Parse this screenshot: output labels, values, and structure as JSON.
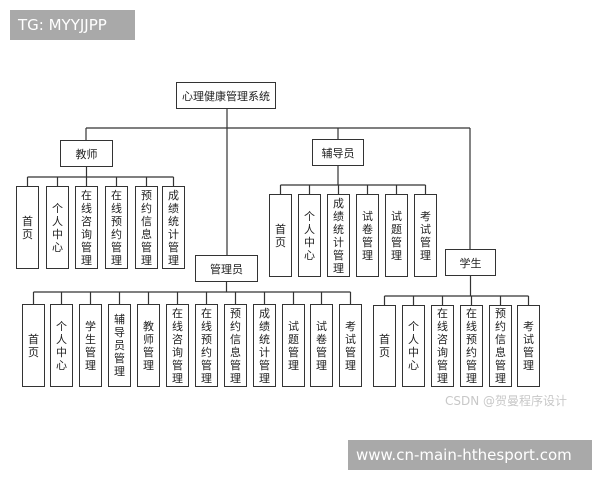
{
  "root": "心理健康管理系统",
  "groups": [
    {
      "role": "教师",
      "children": [
        "首页",
        "个人中心",
        "在线咨询管理",
        "在线预约管理",
        "预约信息管理",
        "成绩统计管理"
      ]
    },
    {
      "role": "辅导员",
      "children": [
        "首页",
        "个人中心",
        "成绩统计管理",
        "试卷管理",
        "试题管理",
        "考试管理"
      ]
    },
    {
      "role": "管理员",
      "children": [
        "首页",
        "个人中心",
        "学生管理",
        "辅导员管理",
        "教师管理",
        "在线咨询管理",
        "在线预约管理",
        "预约信息管理",
        "成绩统计管理",
        "试题管理",
        "试卷管理",
        "考试管理"
      ]
    },
    {
      "role": "学生",
      "children": [
        "首页",
        "个人中心",
        "在线咨询管理",
        "在线预约管理",
        "预约信息管理",
        "考试管理"
      ]
    }
  ],
  "watermarks": {
    "top_left": "TG: MYYJJPP",
    "bottom_right": "www.cn-main-hthesport.com",
    "csdn": "CSDN @贺曼程序设计"
  }
}
